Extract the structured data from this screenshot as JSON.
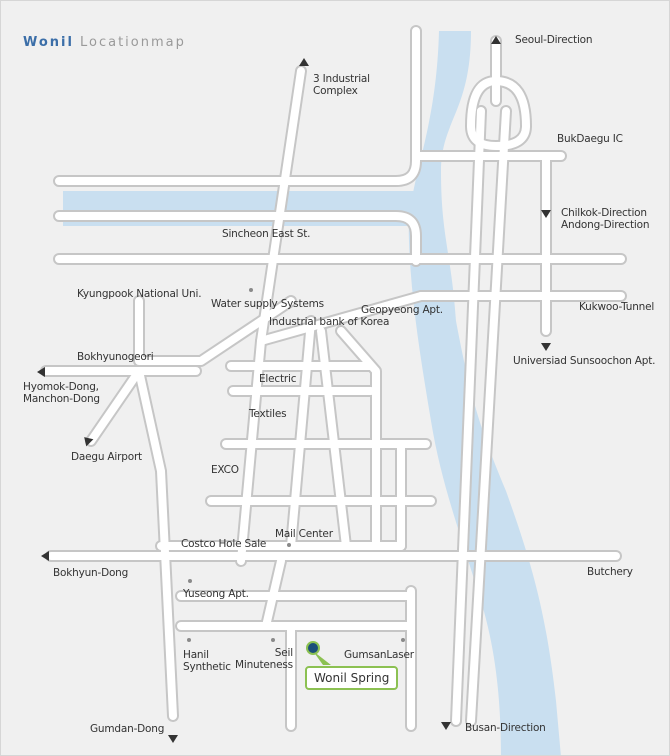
{
  "title": {
    "company": "Wonil",
    "subtitle": "Locationmap"
  },
  "colors": {
    "river": "#c9dff0",
    "road": "#ffffff",
    "road_edge": "#c6c6c6",
    "accent": "#3b6ea8",
    "callout": "#8cc152"
  },
  "labels": {
    "industrial_complex": "3 Industrial\nComplex",
    "seoul": "Seoul-Direction",
    "bukdaegu": "BukDaegu IC",
    "chilkok": "Chilkok-Direction\nAndong-Direction",
    "sincheon": "Sincheon East St.",
    "kyungpook": "Kyungpook National Uni.",
    "water": "Water supply Systems",
    "ibk": "Industrial bank of Korea",
    "geopyeong": "Geopyeong Apt.",
    "kukwoo": "Kukwoo-Tunnel",
    "universiad": "Universiad Sunsoochon Apt.",
    "bokhyunogeori": "Bokhyunogeori",
    "hyomok": "Hyomok-Dong,\nManchon-Dong",
    "electric": "Electric",
    "textiles": "Textiles",
    "airport": "Daegu Airport",
    "exco": "EXCO",
    "mail": "Mail Center",
    "costco": "Costco Hole Sale",
    "bokhyun_dong": "Bokhyun-Dong",
    "butchery": "Butchery",
    "yuseong": "Yuseong Apt.",
    "hanil": "Hanil\nSynthetic",
    "seil": "Seil\nMinuteness",
    "gumsan": "GumsanLaser",
    "gumdan": "Gumdan-Dong",
    "busan": "Busan-Direction"
  },
  "destination": {
    "name": "Wonil Spring"
  },
  "icons": [
    "direction-arrow-icon",
    "landmark-dot-icon",
    "location-marker-icon"
  ]
}
